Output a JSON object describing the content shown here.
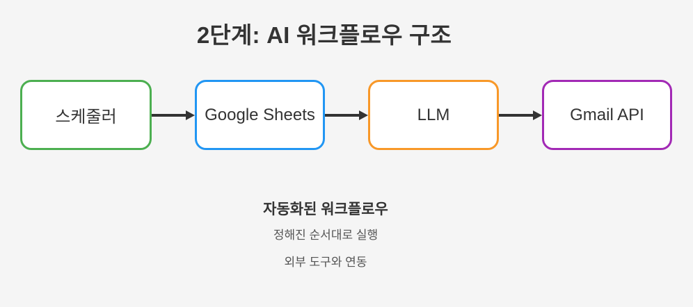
{
  "title": "2단계: AI 워크플로우 구조",
  "flow": {
    "nodes": [
      {
        "label": "스케줄러",
        "color": "#4CAF50"
      },
      {
        "label": "Google Sheets",
        "color": "#2196F3"
      },
      {
        "label": "LLM",
        "color": "#F89828"
      },
      {
        "label": "Gmail API",
        "color": "#A229B5"
      }
    ],
    "arrow_color": "#333333"
  },
  "caption": {
    "heading": "자동화된 워크플로우",
    "lines": [
      "정해진 순서대로 실행",
      "외부 도구와 연동"
    ]
  },
  "colors": {
    "background": "#F5F5F5",
    "node_fill": "#FFFFFF",
    "text_primary": "#333333",
    "text_secondary": "#555555"
  }
}
